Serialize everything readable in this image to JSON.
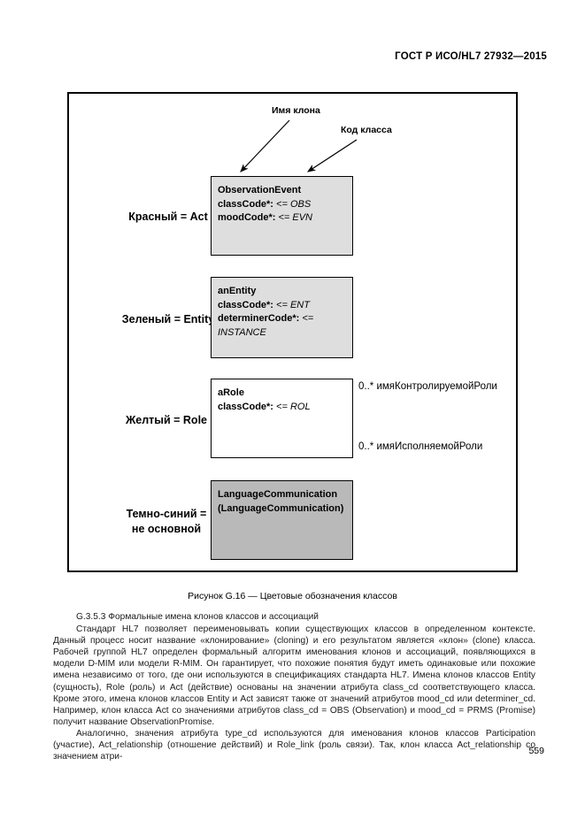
{
  "header": {
    "standard_id": "ГОСТ Р ИСО/HL7 27932—2015"
  },
  "figure": {
    "callouts": {
      "clone_name": "Имя клона",
      "class_code": "Код класса"
    },
    "legend": [
      {
        "id": "act",
        "label": "Красный = Act"
      },
      {
        "id": "entity",
        "label": "Зеленый = Entity"
      },
      {
        "id": "role",
        "label": "Желтый = Role"
      },
      {
        "id": "non_main",
        "label_line1": "Темно-синий =",
        "label_line2": "не основной"
      }
    ],
    "boxes": [
      {
        "id": "observation-event",
        "fill": "#dedede",
        "title": "ObservationEvent",
        "attr1_name": "classCode*:",
        "attr1_value": "<= OBS",
        "attr2_name": "moodCode*:",
        "attr2_value": "<= EVN"
      },
      {
        "id": "an-entity",
        "fill": "#dedede",
        "title": "anEntity",
        "attr1_name": "classCode*:",
        "attr1_value": "<= ENT",
        "attr2_name": "determinerCode*:",
        "attr2_value": "<= INSTANCE"
      },
      {
        "id": "a-role",
        "fill": "#ffffff",
        "title": "aRole",
        "attr1_name": "classCode*:",
        "attr1_value": "<= ROL"
      },
      {
        "id": "language-communication",
        "fill": "#b9b9b9",
        "title": "LanguageCommunication",
        "subtitle": "(LanguageCommunication)"
      }
    ],
    "role_notes": {
      "controlled": "0..* имяКонтролируемойРоли",
      "played": "0..* имяИсполняемойРоли"
    },
    "caption": "Рисунок G.16 — Цветовые обозначения классов"
  },
  "body": {
    "heading": "G.3.5.3 Формальные имена клонов классов и ассоциаций",
    "paragraph1": "Стандарт HL7 позволяет переименовывать копии существующих классов в определенном контексте. Данный процесс носит название «клонирование» (cloning) и его результатом является «клон» (clone) класса. Рабочей группой HL7 определен формальный алгоритм именования клонов и ассоциаций, появляющихся в модели D-MIM или модели R-MIM. Он гарантирует, что похожие понятия будут иметь одинаковые или похожие имена независимо от того, где они используются в спецификациях стандарта HL7. Имена клонов классов Entity (сущность), Role (роль) и Act (действие) основаны на значении атрибута class_cd соответствующего класса. Кроме этого, имена клонов классов Entity и Act зависят также от значений атрибутов mood_cd или determiner_cd. Например, клон класса Act со значениями атрибутов class_cd = OBS (Observation) и mood_cd = PRMS (Promise) получит название ObservationPromise.",
    "paragraph2": "Аналогично, значения атрибута type_cd используются для именования клонов классов Participation (участие), Act_relationship (отношение действий) и Role_link (роль связи). Так, клон класса Act_relationship со значением атри-"
  },
  "page_number": "559"
}
